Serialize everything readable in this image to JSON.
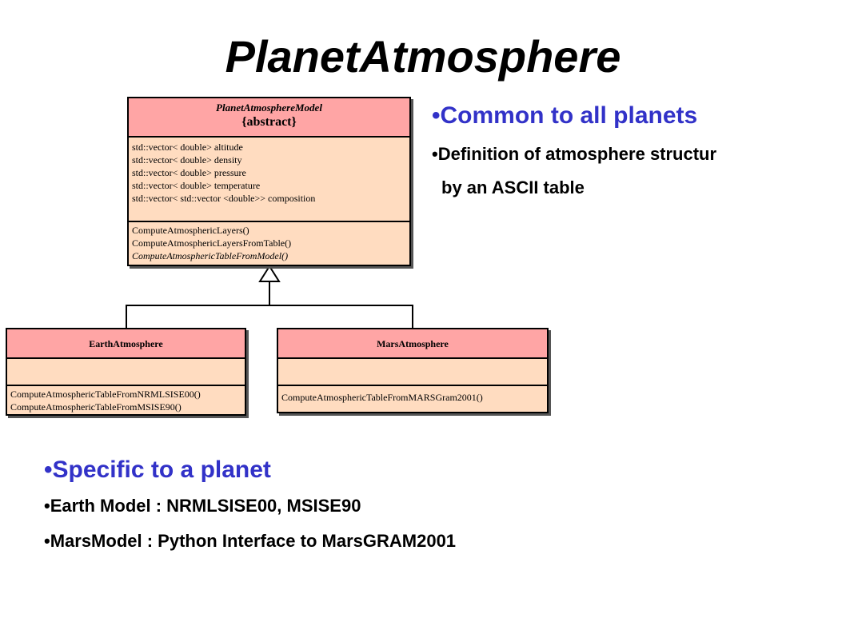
{
  "title": "PlanetAtmosphere",
  "diagram": {
    "parent": {
      "name": "PlanetAtmosphereModel",
      "stereotype": "{abstract}",
      "attributes": [
        "std::vector< double> altitude",
        "std::vector< double> density",
        "std::vector< double> pressure",
        "std::vector< double> temperature",
        "std::vector< std::vector <double>> composition"
      ],
      "operations": [
        "ComputeAtmosphericLayers()",
        "ComputeAtmosphericLayersFromTable()",
        "ComputeAtmosphericTableFromModel()"
      ]
    },
    "earth": {
      "name": "EarthAtmosphere",
      "operations": [
        "ComputeAtmosphericTableFromNRMLSISE00()",
        "ComputeAtmosphericTableFromMSISE90()"
      ]
    },
    "mars": {
      "name": "MarsAtmosphere",
      "operations": [
        "ComputeAtmosphericTableFromMARSGram2001()"
      ]
    }
  },
  "common": {
    "heading": "Common to all planets",
    "line1": "Definition of atmosphere structur",
    "line2": "by an ASCII table"
  },
  "specific": {
    "heading": "Specific to a planet",
    "earth": "Earth Model : NRMLSISE00, MSISE90",
    "mars": "MarsModel : Python Interface to MarsGRAM2001"
  },
  "colors": {
    "header": "#ffa5a5",
    "body": "#ffdcc0",
    "bullet_heading": "#3232c8"
  }
}
